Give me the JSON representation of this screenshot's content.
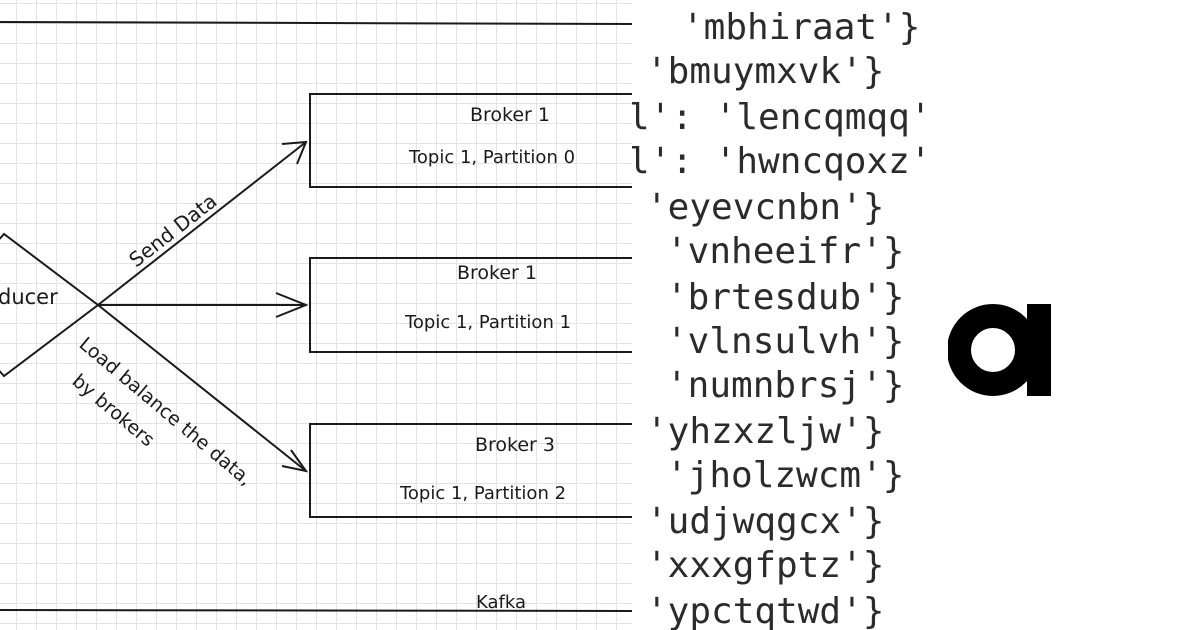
{
  "diagram": {
    "producer_label": "ducer",
    "edge_send_label": "Send Data",
    "edge_lb_line1": "Load balance the data,",
    "edge_lb_line2": "by brokers",
    "brokers": [
      {
        "name": "Broker 1",
        "topic": "Topic 1, Partition 0"
      },
      {
        "name": "Broker 1",
        "topic": "Topic 1, Partition 1"
      },
      {
        "name": "Broker 3",
        "topic": "Topic 1, Partition 2"
      }
    ],
    "cluster_label": "Kafka"
  },
  "code": {
    "lines": [
      "'mbhiraat'}",
      "'bmuymxvk'}",
      "l': 'lencqmqq'}",
      "l': 'hwncqoxz'}",
      "'eyevcnbn'}",
      "'vnheeifr'}",
      "'brtesdub'}",
      "'vlnsulvh'}",
      "'numnbrsj'}",
      "'yhzxzljw'}",
      "'jholzwcm'}",
      "'udjwqgcx'}",
      "'xxxgfptz'}",
      "'ypctqtwd'}"
    ]
  },
  "logo": {
    "glyph": "a",
    "color": "#000000"
  }
}
